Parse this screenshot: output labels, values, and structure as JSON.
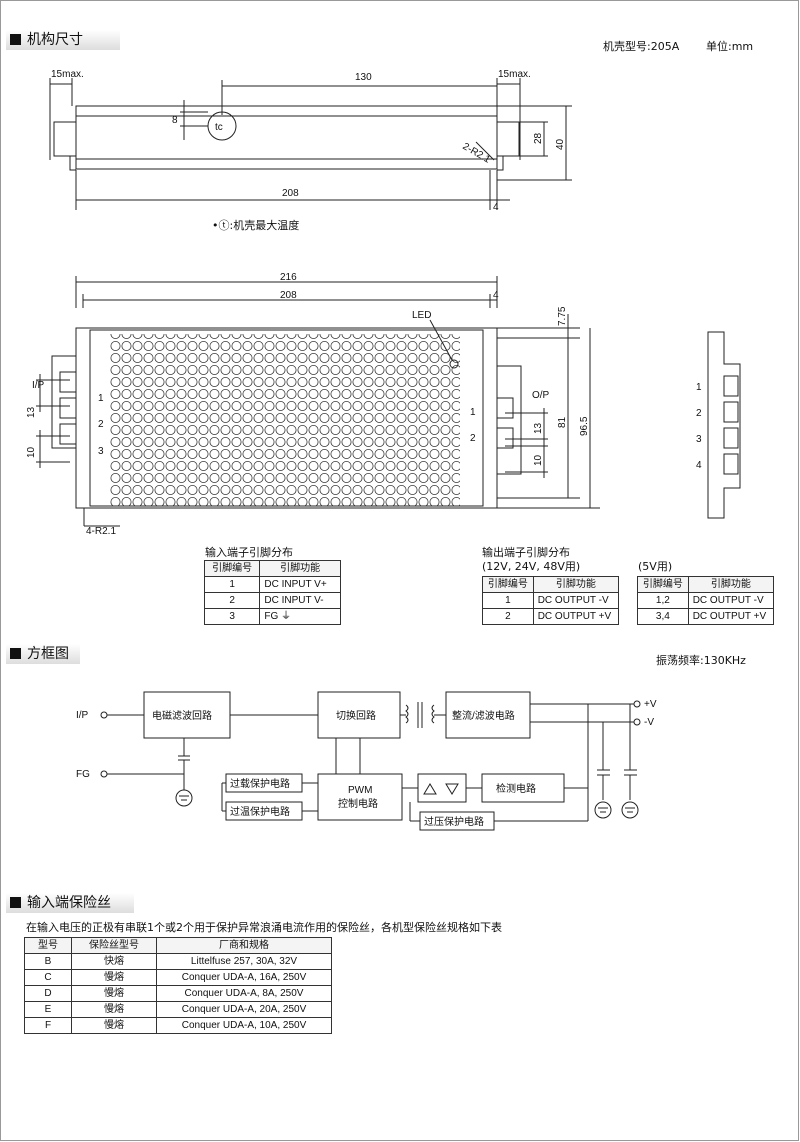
{
  "sections": {
    "dimensions": "机构尺寸",
    "block_diagram": "方框图",
    "fuse": "输入端保险丝"
  },
  "header": {
    "case": "机壳型号:205A",
    "unit": "单位:mm"
  },
  "dims_top": {
    "left_max": "15max.",
    "right_max": "15max.",
    "length": "130",
    "depth": "8",
    "tc": "tc",
    "radius": "2-R2.1",
    "height1": "28",
    "height2": "40",
    "base": "208",
    "edge": "4"
  },
  "tc_note": "机壳最大温度",
  "dims_front": {
    "overall": "216",
    "inner": "208",
    "edge": "4",
    "led": "LED",
    "ip": "I/P",
    "op": "O/P",
    "pitch_in": "13",
    "pitch_in2": "10",
    "h1": "7.75",
    "h2": "81",
    "h3": "96.5",
    "pitch_out": "13",
    "pitch_out2": "10",
    "radius": "4-R2.1",
    "in_pins": [
      "1",
      "2",
      "3"
    ],
    "out_pins": [
      "1",
      "2"
    ],
    "side_pins": [
      "1",
      "2",
      "3",
      "4"
    ]
  },
  "input_table": {
    "title": "输入端子引脚分布",
    "headers": [
      "引脚编号",
      "引脚功能"
    ],
    "rows": [
      [
        "1",
        "DC INPUT V+"
      ],
      [
        "2",
        "DC INPUT V-"
      ],
      [
        "3",
        "FG ⏚"
      ]
    ]
  },
  "output_table": {
    "title": "输出端子引脚分布",
    "subtitle": "(12V, 24V, 48V用)",
    "headers": [
      "引脚编号",
      "引脚功能"
    ],
    "rows": [
      [
        "1",
        "DC OUTPUT -V"
      ],
      [
        "2",
        "DC OUTPUT +V"
      ]
    ]
  },
  "output_table_5v": {
    "title": "(5V用)",
    "headers": [
      "引脚编号",
      "引脚功能"
    ],
    "rows": [
      [
        "1,2",
        "DC OUTPUT -V"
      ],
      [
        "3,4",
        "DC OUTPUT +V"
      ]
    ]
  },
  "freq": "振荡频率:130KHz",
  "block": {
    "ip": "I/P",
    "fg": "FG",
    "emi": "电磁滤波回路",
    "switch": "切换回路",
    "rect": "整流/滤波电路",
    "plus": "+V",
    "minus": "-V",
    "olp": "过载保护电路",
    "otp": "过温保护电路",
    "pwm1": "PWM",
    "pwm2": "控制电路",
    "detect": "检测电路",
    "ovp": "过压保护电路"
  },
  "fuse_intro": "在输入电压的正极有串联1个或2个用于保护异常浪涌电流作用的保险丝，各机型保险丝规格如下表",
  "fuse_table": {
    "headers": [
      "型号",
      "保险丝型号",
      "厂商和规格"
    ],
    "rows": [
      [
        "B",
        "快熔",
        "Littelfuse 257, 30A, 32V"
      ],
      [
        "C",
        "慢熔",
        "Conquer UDA-A, 16A, 250V"
      ],
      [
        "D",
        "慢熔",
        "Conquer UDA-A, 8A, 250V"
      ],
      [
        "E",
        "慢熔",
        "Conquer UDA-A, 20A, 250V"
      ],
      [
        "F",
        "慢熔",
        "Conquer UDA-A, 10A, 250V"
      ]
    ]
  }
}
